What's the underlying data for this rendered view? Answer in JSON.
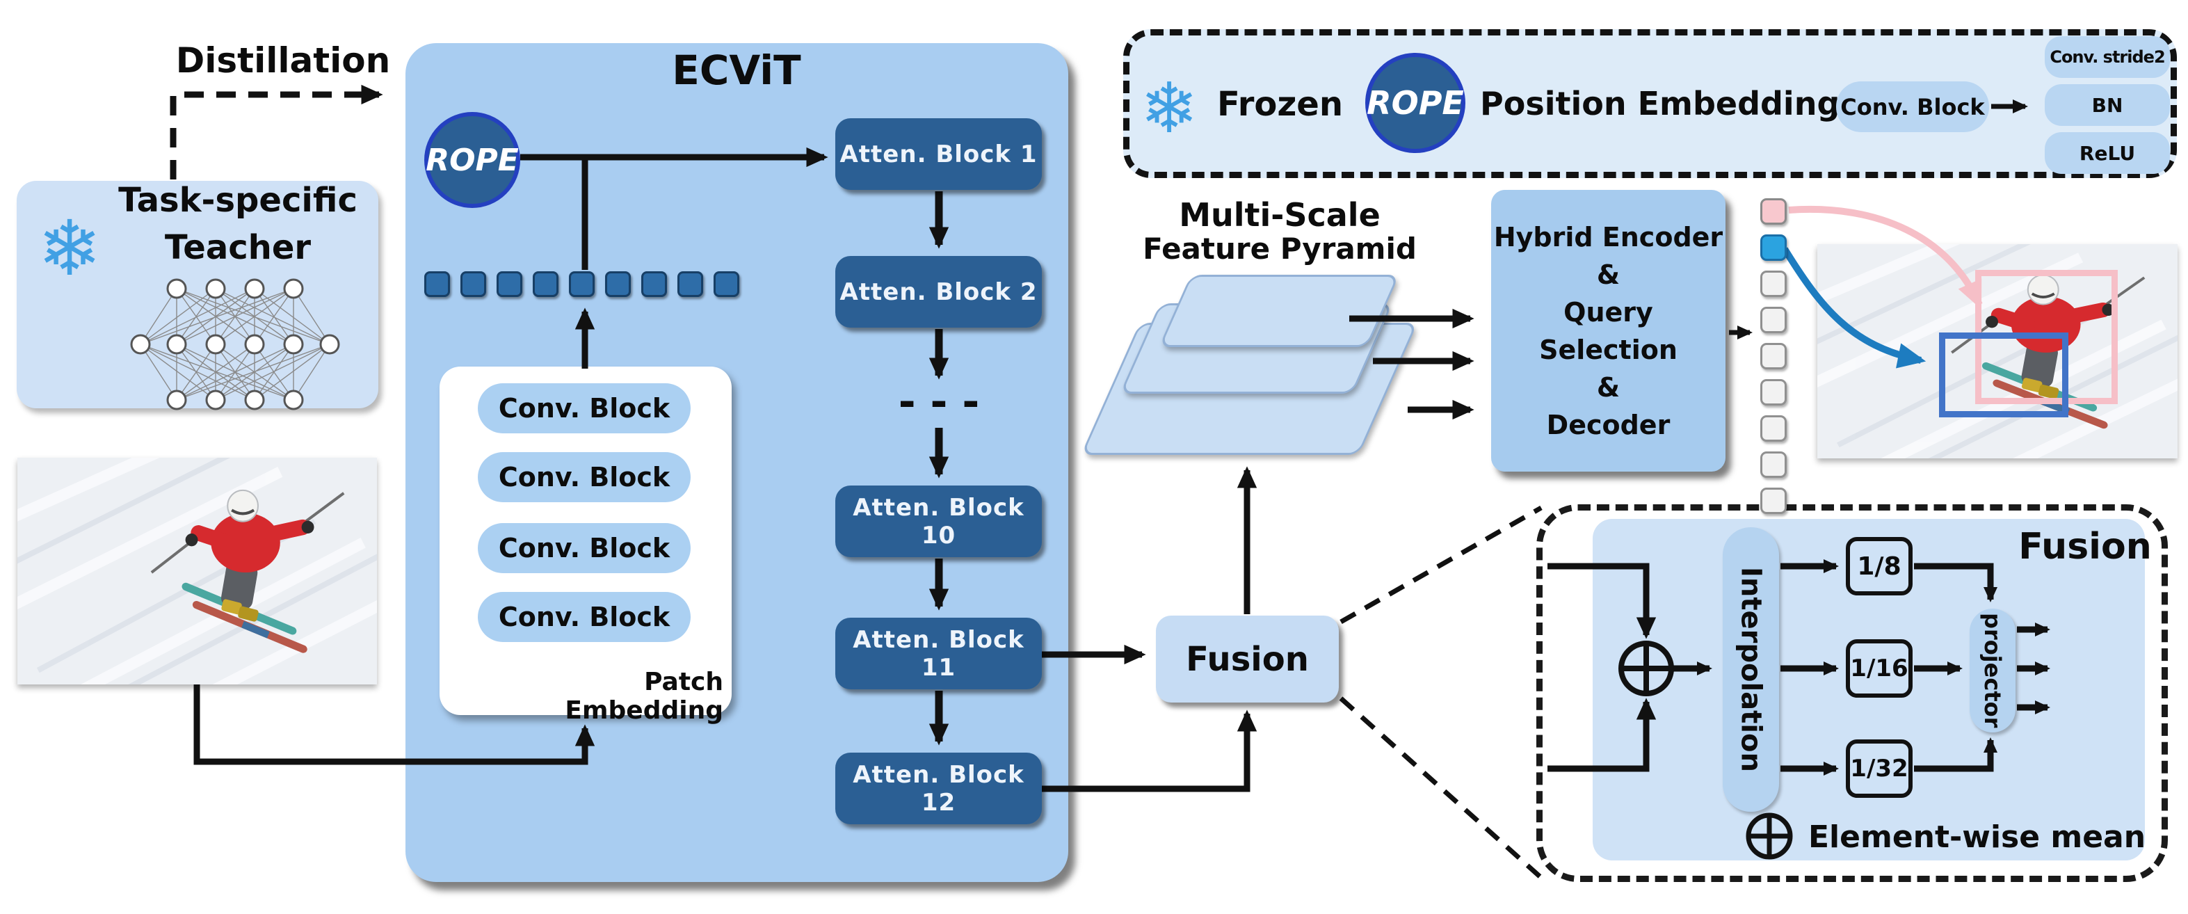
{
  "labels": {
    "distillation": "Distillation",
    "ecvit_title": "ECViT",
    "rope": "ROPE",
    "dots": "- - -"
  },
  "teacher": {
    "line1": "Task-specific",
    "line2": "Teacher"
  },
  "atten_blocks": [
    "Atten. Block 1",
    "Atten. Block 2",
    "Atten. Block 10",
    "Atten. Block 11",
    "Atten. Block 12"
  ],
  "patch_embedding": {
    "label": "Patch Embedding",
    "conv_blocks": [
      "Conv. Block",
      "Conv. Block",
      "Conv. Block",
      "Conv. Block"
    ]
  },
  "legend": {
    "frozen": "Frozen",
    "rope": "ROPE",
    "position_embedding": "Position Embedding",
    "conv_block": "Conv. Block",
    "conv_expansion": [
      "Conv. stride2",
      "BN",
      "ReLU"
    ]
  },
  "pyramid": {
    "line1": "Multi-Scale",
    "line2": "Feature Pyramid"
  },
  "hybrid_encoder": {
    "lines": [
      "Hybrid Encoder",
      "&",
      "Query Selection",
      "&",
      "Decoder"
    ]
  },
  "fusion": {
    "label": "Fusion"
  },
  "fusion_detail": {
    "title": "Fusion",
    "interpolation": "Interpolation",
    "scales": [
      "1/8",
      "1/16",
      "1/32"
    ],
    "projector": "projector",
    "elementwise_legend": "Element-wise mean"
  },
  "queries": {
    "count": 9,
    "colors": {
      "pink": "#f8c8ce",
      "blue": "#2ba3e0",
      "default": "#f2f2f2"
    }
  },
  "colors": {
    "ecvit_bg": "#a9cdf1",
    "teacher_bg": "#cfe1f6",
    "legend_bg": "#ddebf8",
    "atten_block": "#2b5f94",
    "rope_fill": "#2b5f94",
    "rope_ring": "#2440c0",
    "pill": "#b9d6f2",
    "pyramid_sheet": "#c9def4",
    "hybrid_bg": "#a6cbee",
    "fusion_bg": "#c6dcf4",
    "fusion_inner_bg": "#cfe2f6",
    "token": "#2e6da8",
    "bbox_pink": "#f6bfc7",
    "bbox_blue": "#4274c8",
    "arrow_pink": "#f6bfc7",
    "arrow_blue": "#1d7cc0",
    "snowflake": "#41a0e4"
  }
}
